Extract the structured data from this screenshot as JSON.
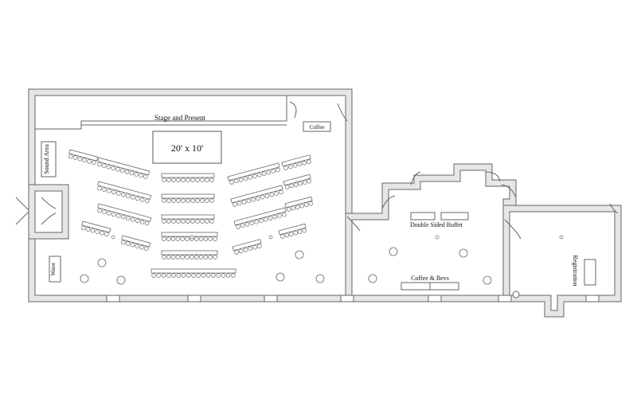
{
  "labels": {
    "stage": "Stage and Present",
    "coffee_small": "Coffee",
    "stage_size": "20' x 10'",
    "sound": "Sound Area",
    "water": "Water",
    "buffet": "Double Sided Buffet",
    "coffee_bevs": "Coffee & Bevs",
    "registration": "Registration"
  },
  "colors": {
    "line": "#666666",
    "wall_fill": "#e6e6e6",
    "text": "#111111"
  }
}
